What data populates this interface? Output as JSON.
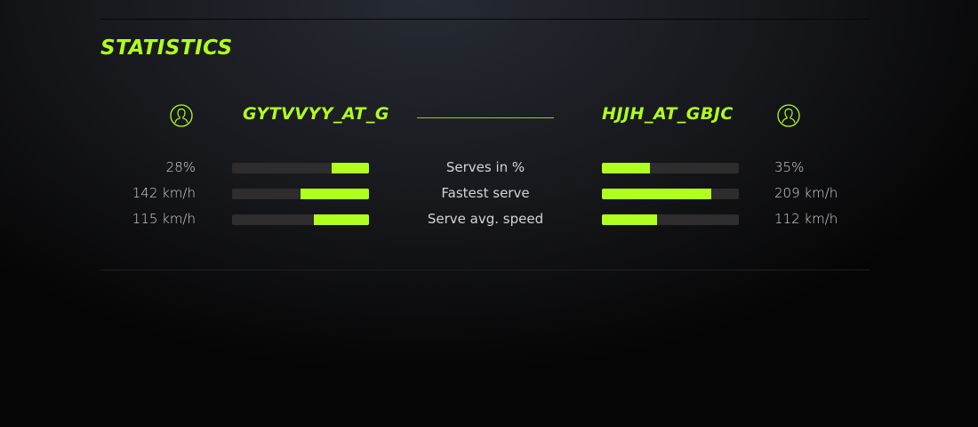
{
  "title": "STATISTICS",
  "players": {
    "left": {
      "name": "GYTVVYY_AT_G",
      "icon": "user-icon"
    },
    "right": {
      "name": "HJJH_AT_GBJC",
      "icon": "user-icon"
    }
  },
  "accent_color": "#b0ff1f",
  "stats": [
    {
      "label": "Serves in %",
      "left_value": "28%",
      "right_value": "35%",
      "left_fill": 0.27,
      "right_fill": 0.35
    },
    {
      "label": "Fastest serve",
      "left_value": "142 km/h",
      "right_value": "209 km/h",
      "left_fill": 0.5,
      "right_fill": 0.8
    },
    {
      "label": "Serve avg. speed",
      "left_value": "115 km/h",
      "right_value": "112 km/h",
      "left_fill": 0.4,
      "right_fill": 0.4
    }
  ]
}
